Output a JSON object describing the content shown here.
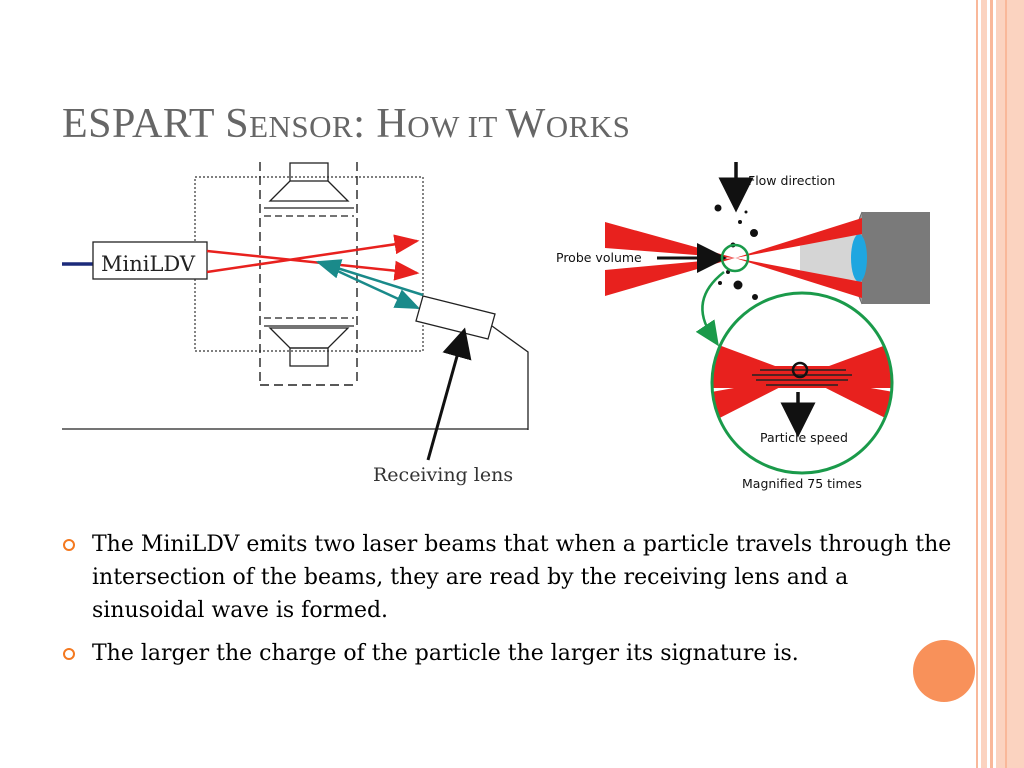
{
  "slide": {
    "title_parts": [
      {
        "text": "ESPART ",
        "size": "big"
      },
      {
        "text": "S",
        "size": "big"
      },
      {
        "text": "ensor",
        "size": "small"
      },
      {
        "text": ": ",
        "size": "big"
      },
      {
        "text": "H",
        "size": "big"
      },
      {
        "text": "ow it ",
        "size": "small"
      },
      {
        "text": "W",
        "size": "big"
      },
      {
        "text": "orks",
        "size": "small"
      }
    ],
    "bullets": [
      "The MiniLDV emits two laser beams that when a particle travels through the intersection of the beams, they are read by the receiving lens and a sinusoidal wave is formed.",
      "The larger the charge of the particle the larger its signature is."
    ]
  },
  "diagram_left": {
    "device_label": "MiniLDV",
    "receiver_label": "Receiving lens"
  },
  "diagram_right": {
    "flow_label": "Flow direction",
    "probe_label": "Probe volume",
    "speed_label": "Particle speed",
    "magnified_label": "Magnified 75 times"
  },
  "colors": {
    "accent": "#f47920",
    "title": "#666666",
    "laser_red": "#e8211e",
    "teal": "#1a8a8a",
    "green": "#1a9a4a",
    "stripe_light": "#fbd3c0",
    "stripe_mid": "#f9b89a",
    "decor_circle": "#f8915a"
  }
}
